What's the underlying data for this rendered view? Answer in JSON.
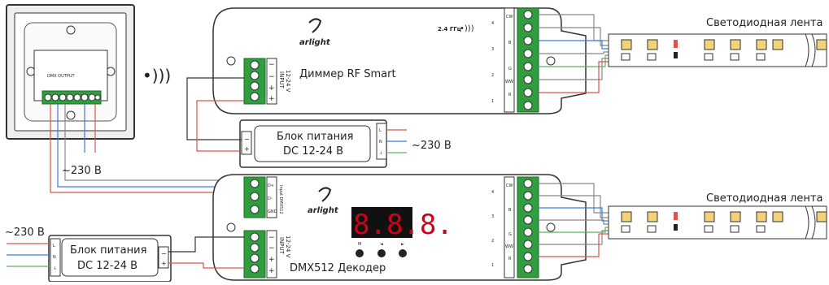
{
  "dimmer": {
    "title": "Диммер RF Smart",
    "brand": "arlight",
    "freq": "2.4 ГГц",
    "input_label": "INPUT",
    "input_voltage": "12-24 V"
  },
  "decoder": {
    "title": "DMX512 Декодер",
    "brand": "arlight",
    "display": "8.8.8.",
    "buttons": [
      "M",
      "◄",
      "►"
    ],
    "input_label": "INPUT",
    "input_voltage": "12-24 V",
    "dmx_label": "Input DMX512",
    "dmx_pins": [
      "D+",
      "D-",
      "GND"
    ]
  },
  "psu_top": {
    "line1": "Блок питания",
    "line2": "DC 12-24 В",
    "mains": "~230 В"
  },
  "psu_left": {
    "line1": "Блок питания",
    "line2": "DC 12-24 В",
    "mains": "~230 В"
  },
  "panel": {
    "mains": "~230 В",
    "terminal_label": "DMX OUTPUT"
  },
  "led_strip_top": {
    "label": "Светодиодная лента"
  },
  "led_strip_bottom": {
    "label": "Светодиодная лента"
  },
  "outputs": {
    "channels": [
      "CW",
      "B",
      "G",
      "WW",
      "R"
    ],
    "numbers": [
      "4",
      "3",
      "2",
      "1"
    ],
    "plus": "+",
    "minus": "−"
  },
  "wire_colors": {
    "red": "#d9534f",
    "blue": "#3a7bd5",
    "green": "#5cb85c",
    "gray": "#888888"
  }
}
